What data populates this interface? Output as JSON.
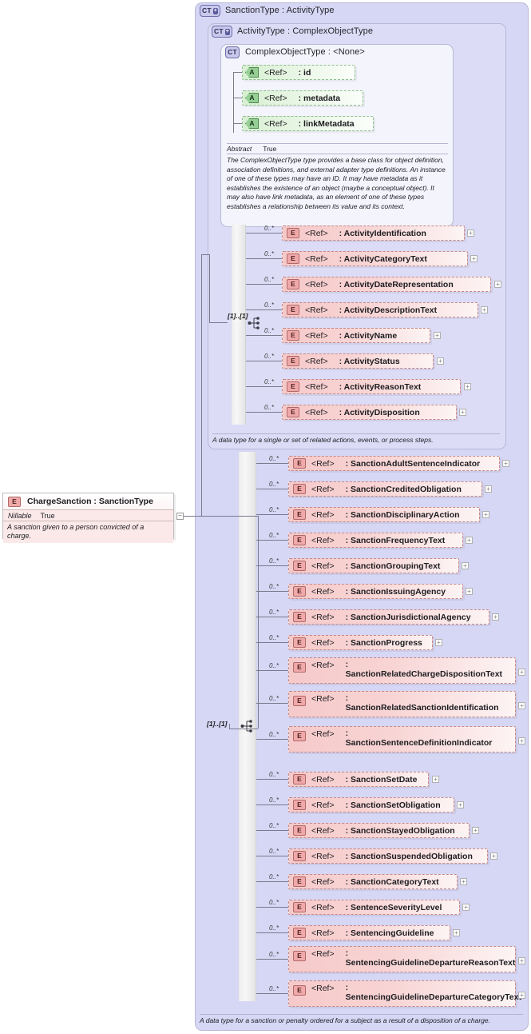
{
  "diagram": {
    "type": "xsd-schema-diagram",
    "root_element": {
      "icon": "element-icon",
      "title": "ChargeSanction : SanctionType",
      "property_key": "Nillable",
      "property_value": "True",
      "documentation": "A sanction given to a person convicted of a charge.",
      "collapse_toggle": "−"
    },
    "frames": [
      {
        "badge": "CT",
        "badge_plus": "+",
        "title": "SanctionType : ActivityType",
        "documentation": "A data type for a sanction or penalty ordered for a subject as a result of a disposition of a charge."
      },
      {
        "badge": "CT",
        "badge_plus": "+",
        "title": "ActivityType : ComplexObjectType",
        "documentation": "A data type for a single or set of related actions, events, or process steps."
      },
      {
        "badge": "CT",
        "badge_plus": "",
        "title": "ComplexObjectType : <None>",
        "property_key": "Abstract",
        "property_value": "True",
        "documentation": "The ComplexObjectType type provides a base class for object definition, association definitions, and external adapter type definitions. An instance of one of these types may have an ID. It may have metadata as it establishes the existence of an object (maybe a conceptual object). It may also have link metadata, as an element of one of these types establishes a relationship between its value and its context."
      }
    ],
    "attributes": [
      {
        "badge": "A",
        "ref": "<Ref>",
        "name": ": id"
      },
      {
        "badge": "A",
        "ref": "<Ref>",
        "name": ": metadata"
      },
      {
        "badge": "A",
        "ref": "<Ref>",
        "name": ": linkMetadata"
      }
    ],
    "activity_group": {
      "cardinality": "[1]..[1]",
      "compositor": "sequence-icon",
      "elements": [
        {
          "badge": "E",
          "ref": "<Ref>",
          "name": ": ActivityIdentification",
          "occurrence": "0..*",
          "expand": "+"
        },
        {
          "badge": "E",
          "ref": "<Ref>",
          "name": ": ActivityCategoryText",
          "occurrence": "0..*",
          "expand": "+"
        },
        {
          "badge": "E",
          "ref": "<Ref>",
          "name": ": ActivityDateRepresentation",
          "occurrence": "0..*",
          "expand": "+"
        },
        {
          "badge": "E",
          "ref": "<Ref>",
          "name": ": ActivityDescriptionText",
          "occurrence": "0..*",
          "expand": "+"
        },
        {
          "badge": "E",
          "ref": "<Ref>",
          "name": ": ActivityName",
          "occurrence": "0..*",
          "expand": "+"
        },
        {
          "badge": "E",
          "ref": "<Ref>",
          "name": ": ActivityStatus",
          "occurrence": "0..*",
          "expand": "+"
        },
        {
          "badge": "E",
          "ref": "<Ref>",
          "name": ": ActivityReasonText",
          "occurrence": "0..*",
          "expand": "+"
        },
        {
          "badge": "E",
          "ref": "<Ref>",
          "name": ": ActivityDisposition",
          "occurrence": "0..*",
          "expand": "+"
        }
      ]
    },
    "sanction_group": {
      "cardinality": "[1]..[1]",
      "compositor": "sequence-icon",
      "elements": [
        {
          "badge": "E",
          "ref": "<Ref>",
          "name": ": SanctionAdultSentenceIndicator",
          "occurrence": "0..*",
          "expand": "+"
        },
        {
          "badge": "E",
          "ref": "<Ref>",
          "name": ": SanctionCreditedObligation",
          "occurrence": "0..*",
          "expand": "+"
        },
        {
          "badge": "E",
          "ref": "<Ref>",
          "name": ": SanctionDisciplinaryAction",
          "occurrence": "0..*",
          "expand": "+"
        },
        {
          "badge": "E",
          "ref": "<Ref>",
          "name": ": SanctionFrequencyText",
          "occurrence": "0..*",
          "expand": "+"
        },
        {
          "badge": "E",
          "ref": "<Ref>",
          "name": ": SanctionGroupingText",
          "occurrence": "0..*",
          "expand": "+"
        },
        {
          "badge": "E",
          "ref": "<Ref>",
          "name": ": SanctionIssuingAgency",
          "occurrence": "0..*",
          "expand": "+"
        },
        {
          "badge": "E",
          "ref": "<Ref>",
          "name": ": SanctionJurisdictionalAgency",
          "occurrence": "0..*",
          "expand": "+"
        },
        {
          "badge": "E",
          "ref": "<Ref>",
          "name": ": SanctionProgress",
          "occurrence": "0..*",
          "expand": "+"
        },
        {
          "badge": "E",
          "ref": "<Ref>",
          "name": ": SanctionRelatedChargeDispositionText",
          "occurrence": "0..*",
          "expand": "+"
        },
        {
          "badge": "E",
          "ref": "<Ref>",
          "name": ": SanctionRelatedSanctionIdentification",
          "occurrence": "0..*",
          "expand": "+"
        },
        {
          "badge": "E",
          "ref": "<Ref>",
          "name": ": SanctionSentenceDefinitionIndicator",
          "occurrence": "0..*",
          "expand": "+"
        },
        {
          "badge": "E",
          "ref": "<Ref>",
          "name": ": SanctionSetDate",
          "occurrence": "0..*",
          "expand": "+"
        },
        {
          "badge": "E",
          "ref": "<Ref>",
          "name": ": SanctionSetObligation",
          "occurrence": "0..*",
          "expand": "+"
        },
        {
          "badge": "E",
          "ref": "<Ref>",
          "name": ": SanctionStayedObligation",
          "occurrence": "0..*",
          "expand": "+"
        },
        {
          "badge": "E",
          "ref": "<Ref>",
          "name": ": SanctionSuspendedObligation",
          "occurrence": "0..*",
          "expand": "+"
        },
        {
          "badge": "E",
          "ref": "<Ref>",
          "name": ": SanctionCategoryText",
          "occurrence": "0..*",
          "expand": "+"
        },
        {
          "badge": "E",
          "ref": "<Ref>",
          "name": ": SentenceSeverityLevel",
          "occurrence": "0..*",
          "expand": "+"
        },
        {
          "badge": "E",
          "ref": "<Ref>",
          "name": ": SentencingGuideline",
          "occurrence": "0..*",
          "expand": "+"
        },
        {
          "badge": "E",
          "ref": "<Ref>",
          "name": ": SentencingGuidelineDepartureReasonText",
          "occurrence": "0..*",
          "expand": "+"
        },
        {
          "badge": "E",
          "ref": "<Ref>",
          "name": ": SentencingGuidelineDepartureCategoryText",
          "occurrence": "0..*",
          "expand": "+"
        }
      ]
    },
    "colors": {
      "frame_outer": "#d6d6f5",
      "frame_inner": "#f4f4fc",
      "element_fill": "#f6c9c9",
      "element_border": "#c08a8a",
      "attribute_fill": "#d8efd3",
      "attribute_border": "#8fbe8f",
      "badge_fill": "#c9c9ec",
      "line": "#7a7a8c"
    }
  }
}
